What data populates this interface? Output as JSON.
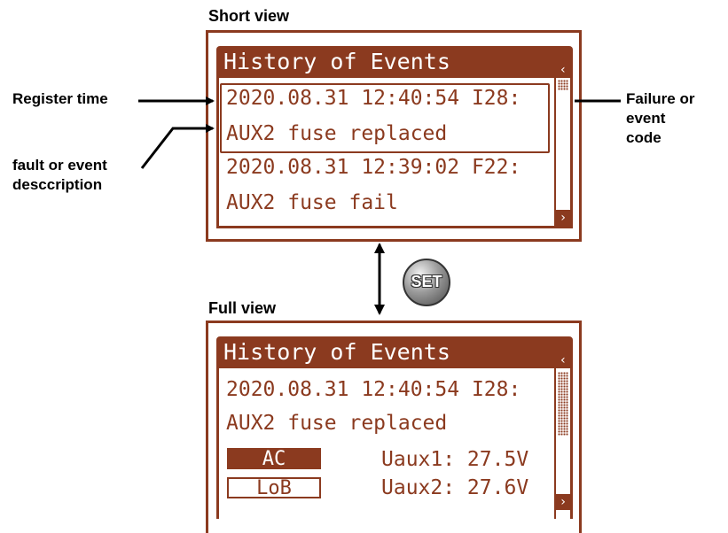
{
  "short_view": {
    "section_title": "Short view",
    "screen_title": "History of Events",
    "event1_line1": "2020.08.31 12:40:54 I28:",
    "event1_line2": "AUX2 fuse replaced",
    "event2_line1": "2020.08.31 12:39:02 F22:",
    "event2_line2": "AUX2 fuse fail"
  },
  "full_view": {
    "section_title": "Full view",
    "screen_title": "History of Events",
    "event_line1": "2020.08.31 12:40:54 I28:",
    "event_line2": "AUX2 fuse replaced",
    "badge_ac": "AC",
    "badge_lob": "LoB",
    "uaux1": "Uaux1: 27.5V",
    "uaux2": "Uaux2: 27.6V"
  },
  "annotations": {
    "register_time": "Register time",
    "fault_desc_line1": "fault or event",
    "fault_desc_line2": "desccription",
    "failure_code_line1": "Failure or",
    "failure_code_line2": "event",
    "failure_code_line3": "code"
  },
  "button": {
    "set_label": "SET"
  },
  "icons": {
    "scroll_up": "‹",
    "scroll_down": "›"
  },
  "colors": {
    "accent": "#8b3a1f"
  }
}
